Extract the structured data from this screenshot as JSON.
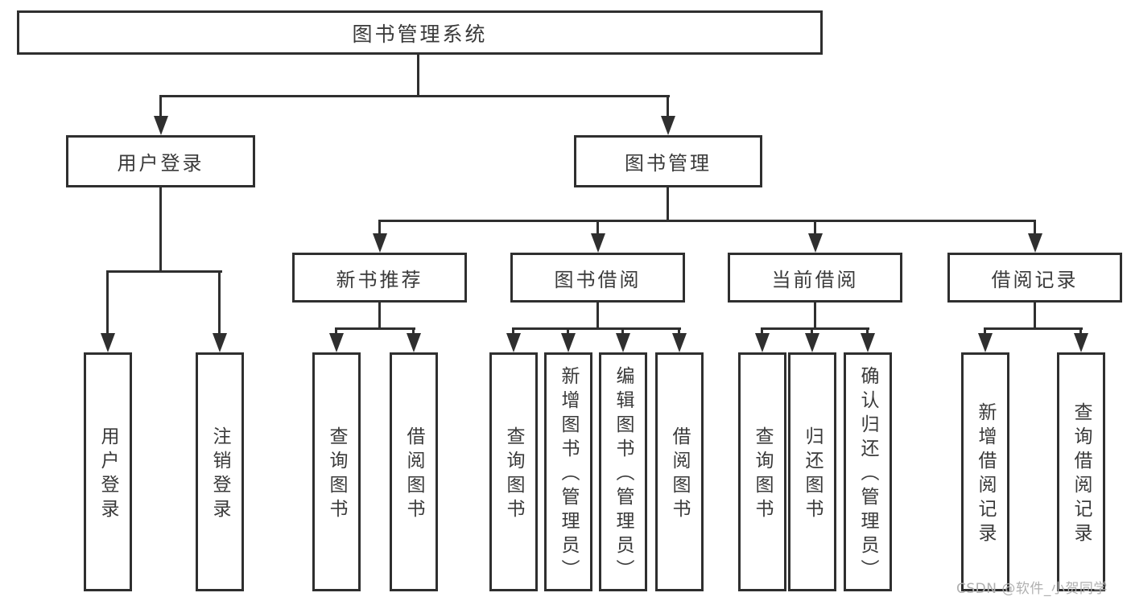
{
  "diagram": {
    "root": {
      "label": "图书管理系统"
    },
    "branches": [
      {
        "label": "用户登录",
        "children": [
          {
            "label": "用户登录"
          },
          {
            "label": "注销登录"
          }
        ]
      },
      {
        "label": "图书管理",
        "children": [
          {
            "label": "新书推荐",
            "children": [
              {
                "label": "查询图书"
              },
              {
                "label": "借阅图书"
              }
            ]
          },
          {
            "label": "图书借阅",
            "children": [
              {
                "label": "查询图书"
              },
              {
                "label": "新增图书（管理员）"
              },
              {
                "label": "编辑图书（管理员）"
              },
              {
                "label": "借阅图书"
              }
            ]
          },
          {
            "label": "当前借阅",
            "children": [
              {
                "label": "查询图书"
              },
              {
                "label": "归还图书"
              },
              {
                "label": "确认归还（管理员）"
              }
            ]
          },
          {
            "label": "借阅记录",
            "children": [
              {
                "label": "新增借阅记录"
              },
              {
                "label": "查询借阅记录"
              }
            ]
          }
        ]
      }
    ]
  },
  "watermark": {
    "text": "CSDN @软件_小贺同学"
  },
  "colors": {
    "line": "#2f2f2f",
    "text": "#3a3a3a",
    "box_fill": "#ffffff",
    "background": "#ffffff",
    "watermark": "#b0b0b0"
  }
}
